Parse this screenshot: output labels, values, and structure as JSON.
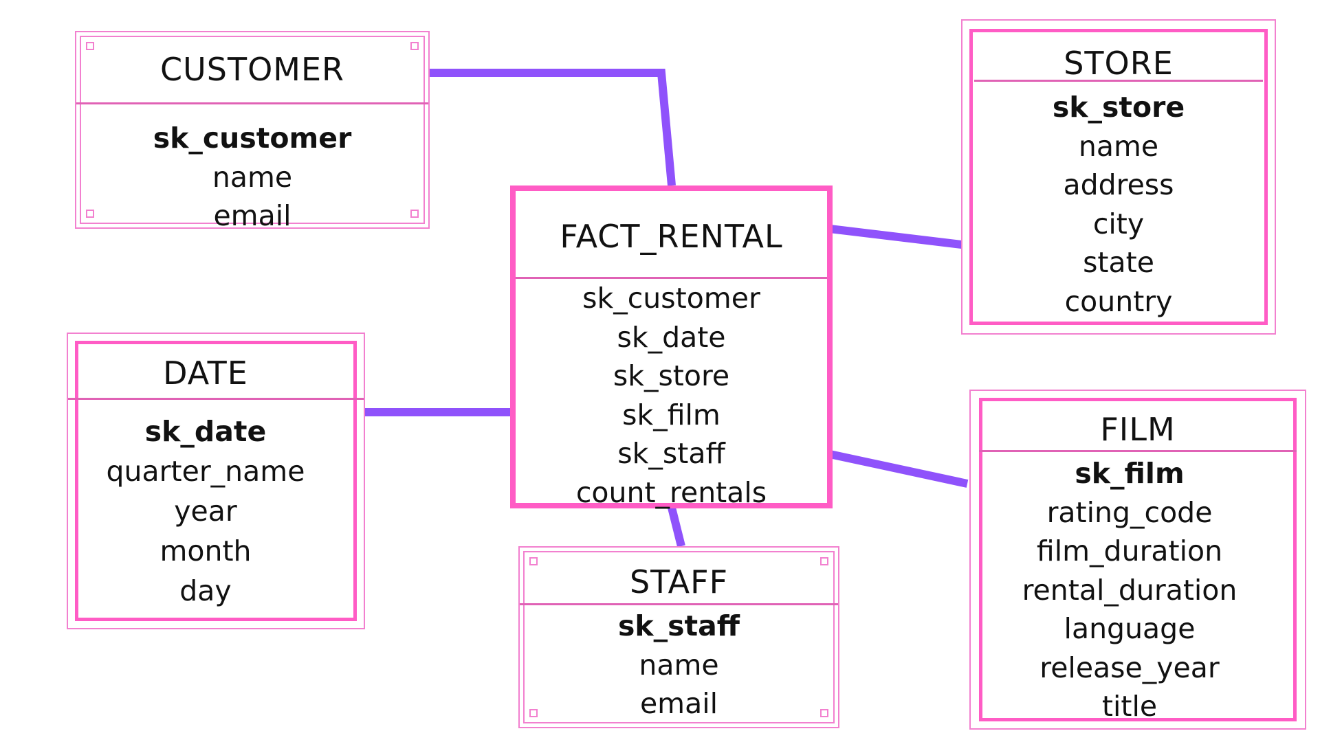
{
  "colors": {
    "entity_border": "#ff5cc5",
    "entity_border_light": "#f280cf",
    "divider": "#e062b5",
    "link": "#8f52fb",
    "text": "#111111"
  },
  "entities": {
    "customer": {
      "title": "CUSTOMER",
      "fields": [
        "sk_customer",
        "name",
        "email"
      ]
    },
    "store": {
      "title": "STORE",
      "fields": [
        "sk_store",
        "name",
        "address",
        "city",
        "state",
        "country"
      ]
    },
    "fact_rental": {
      "title": "FACT_RENTAL",
      "fields": [
        "sk_customer",
        "sk_date",
        "sk_store",
        "sk_film",
        "sk_staff",
        "count_rentals"
      ]
    },
    "date": {
      "title": "DATE",
      "fields": [
        "sk_date",
        "quarter_name",
        "year",
        "month",
        "day"
      ]
    },
    "film": {
      "title": "FILM",
      "fields": [
        "sk_film",
        "rating_code",
        "film_duration",
        "rental_duration",
        "language",
        "release_year",
        "title"
      ]
    },
    "staff": {
      "title": "STAFF",
      "fields": [
        "sk_staff",
        "name",
        "email"
      ]
    }
  },
  "relationships": [
    {
      "from": "customer",
      "to": "fact_rental"
    },
    {
      "from": "store",
      "to": "fact_rental"
    },
    {
      "from": "date",
      "to": "fact_rental"
    },
    {
      "from": "film",
      "to": "fact_rental"
    },
    {
      "from": "staff",
      "to": "fact_rental"
    }
  ]
}
